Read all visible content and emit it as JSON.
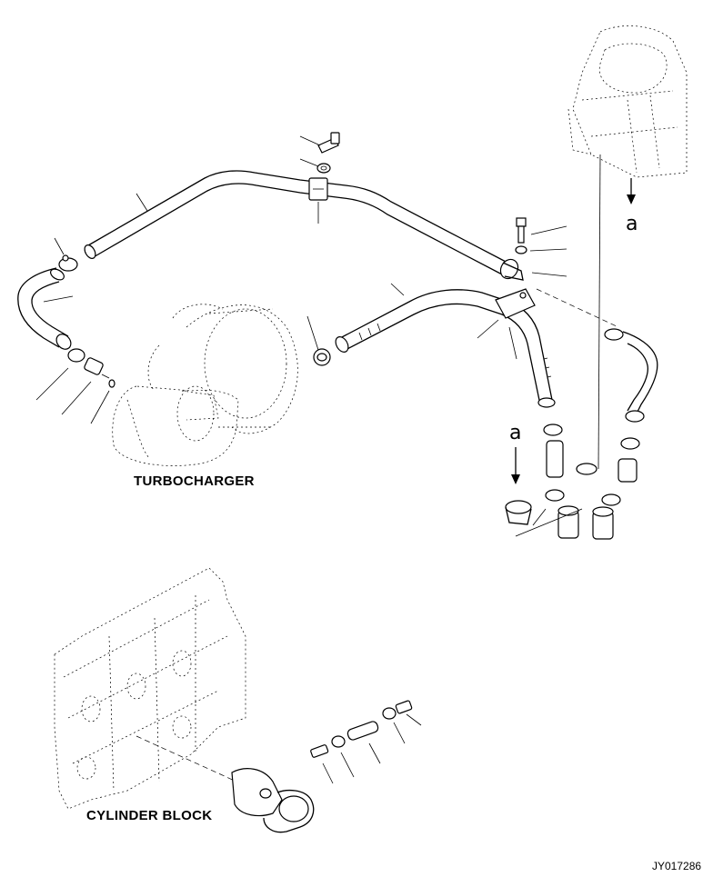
{
  "labels": {
    "turbocharger": "TURBOCHARGER",
    "cylinder_block": "CYLINDER BLOCK",
    "ref_left": "a",
    "ref_right": "a",
    "drawing_code": "JY017286"
  }
}
